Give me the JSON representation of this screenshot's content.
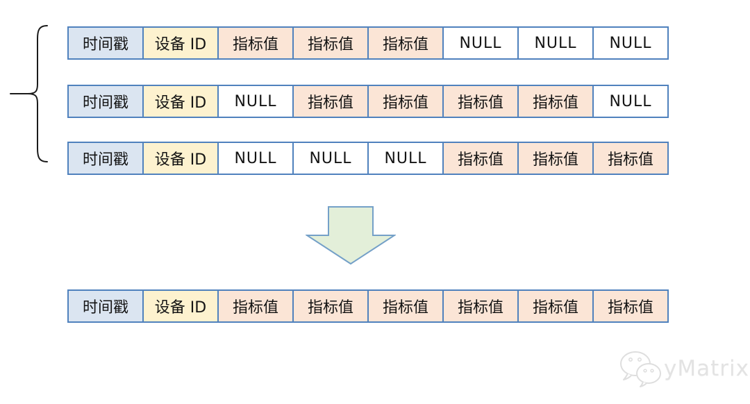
{
  "colors": {
    "cell_border": "#4f81bd",
    "timestamp_bg": "#dbe5f1",
    "device_id_bg": "#fdf2cf",
    "metric_bg": "#fbe5d6",
    "null_bg": "#ffffff",
    "arrow_fill": "#e3efd9",
    "arrow_border": "#74a0c8",
    "brace_color": "#1a1a1a",
    "watermark_color": "#e3e3e3"
  },
  "source_rows": [
    {
      "cells": [
        {
          "text": "时间戳",
          "type": "timestamp"
        },
        {
          "text": "设备 ID",
          "type": "device"
        },
        {
          "text": "指标值",
          "type": "metric"
        },
        {
          "text": "指标值",
          "type": "metric"
        },
        {
          "text": "指标值",
          "type": "metric"
        },
        {
          "text": "NULL",
          "type": "null"
        },
        {
          "text": "NULL",
          "type": "null"
        },
        {
          "text": "NULL",
          "type": "null"
        }
      ]
    },
    {
      "cells": [
        {
          "text": "时间戳",
          "type": "timestamp"
        },
        {
          "text": "设备 ID",
          "type": "device"
        },
        {
          "text": "NULL",
          "type": "null"
        },
        {
          "text": "指标值",
          "type": "metric"
        },
        {
          "text": "指标值",
          "type": "metric"
        },
        {
          "text": "指标值",
          "type": "metric"
        },
        {
          "text": "指标值",
          "type": "metric"
        },
        {
          "text": "NULL",
          "type": "null"
        }
      ]
    },
    {
      "cells": [
        {
          "text": "时间戳",
          "type": "timestamp"
        },
        {
          "text": "设备 ID",
          "type": "device"
        },
        {
          "text": "NULL",
          "type": "null"
        },
        {
          "text": "NULL",
          "type": "null"
        },
        {
          "text": "NULL",
          "type": "null"
        },
        {
          "text": "指标值",
          "type": "metric"
        },
        {
          "text": "指标值",
          "type": "metric"
        },
        {
          "text": "指标值",
          "type": "metric"
        }
      ]
    }
  ],
  "result_row": {
    "cells": [
      {
        "text": "时间戳",
        "type": "timestamp"
      },
      {
        "text": "设备 ID",
        "type": "device"
      },
      {
        "text": "指标值",
        "type": "metric"
      },
      {
        "text": "指标值",
        "type": "metric"
      },
      {
        "text": "指标值",
        "type": "metric"
      },
      {
        "text": "指标值",
        "type": "metric"
      },
      {
        "text": "指标值",
        "type": "metric"
      },
      {
        "text": "指标值",
        "type": "metric"
      }
    ]
  },
  "watermark": {
    "text": "yMatrix"
  }
}
